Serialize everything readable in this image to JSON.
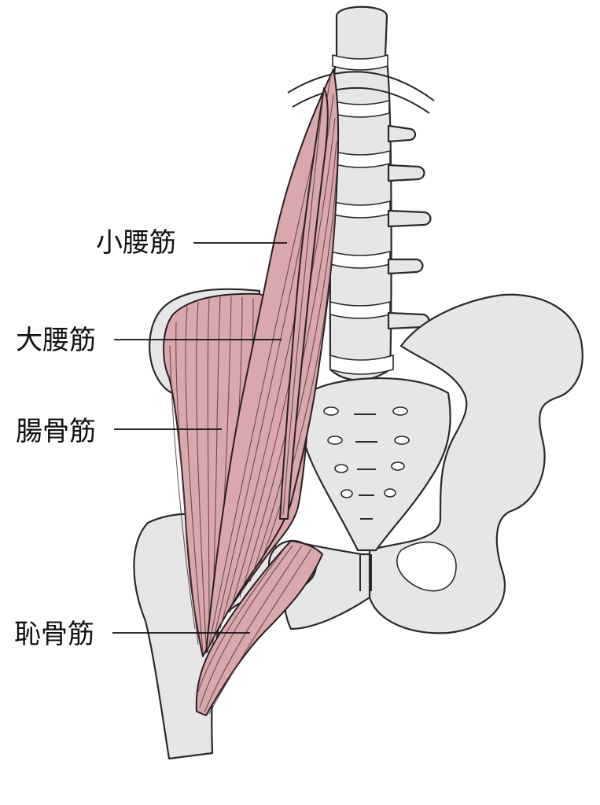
{
  "labels": {
    "psoas_minor": "小腰筋",
    "psoas_major": "大腰筋",
    "iliacus": "腸骨筋",
    "pectineus": "恥骨筋"
  },
  "colors": {
    "bone_fill": "#e6e6e6",
    "muscle_fill": "#d8a8ad",
    "outline": "#2a2a2a"
  }
}
